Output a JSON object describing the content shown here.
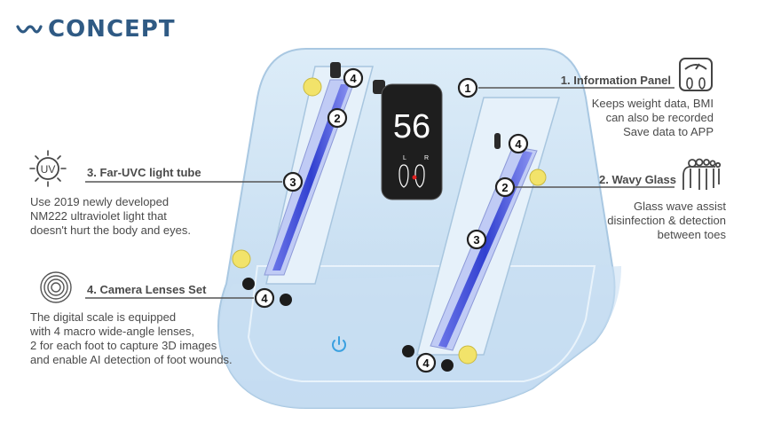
{
  "brand": {
    "label": "CONCEPT",
    "color": "#2f5a84"
  },
  "display": {
    "weight": "56",
    "left_label": "L",
    "right_label": "R"
  },
  "features": [
    {
      "number": "1",
      "title": "1. Information Panel",
      "lines": [
        "Keeps weight data, BMI",
        "can also be recorded",
        "Save data to APP"
      ],
      "icon": "scale-icon"
    },
    {
      "number": "2",
      "title": "2. Wavy Glass",
      "lines": [
        "Glass wave assist",
        "disinfection & detection",
        "between toes"
      ],
      "icon": "toes-icon"
    },
    {
      "number": "3",
      "title": "3. Far-UVC light tube",
      "lines": [
        "Use 2019 newly developed",
        "NM222 ultraviolet light that",
        "doesn't hurt the body and eyes."
      ],
      "icon": "uv-icon",
      "icon_text": "UV"
    },
    {
      "number": "4",
      "title": "4. Camera Lenses Set",
      "lines": [
        "The digital scale is equipped",
        "with 4 macro wide-angle lenses,",
        "2 for each foot to capture 3D images",
        "and enable AI detection of foot wounds."
      ],
      "icon": "lens-icon"
    }
  ],
  "callouts": {
    "one": "1",
    "two_a": "2",
    "two_b": "2",
    "three_a": "3",
    "three_b": "3",
    "four_a": "4",
    "four_b": "4",
    "four_c": "4",
    "four_d": "4"
  },
  "colors": {
    "body": "#cfe3f4",
    "uv": "#4a5ad8",
    "led": "#f2e36a",
    "panel": "#1e1e1e",
    "accent": "#2f5a84"
  }
}
